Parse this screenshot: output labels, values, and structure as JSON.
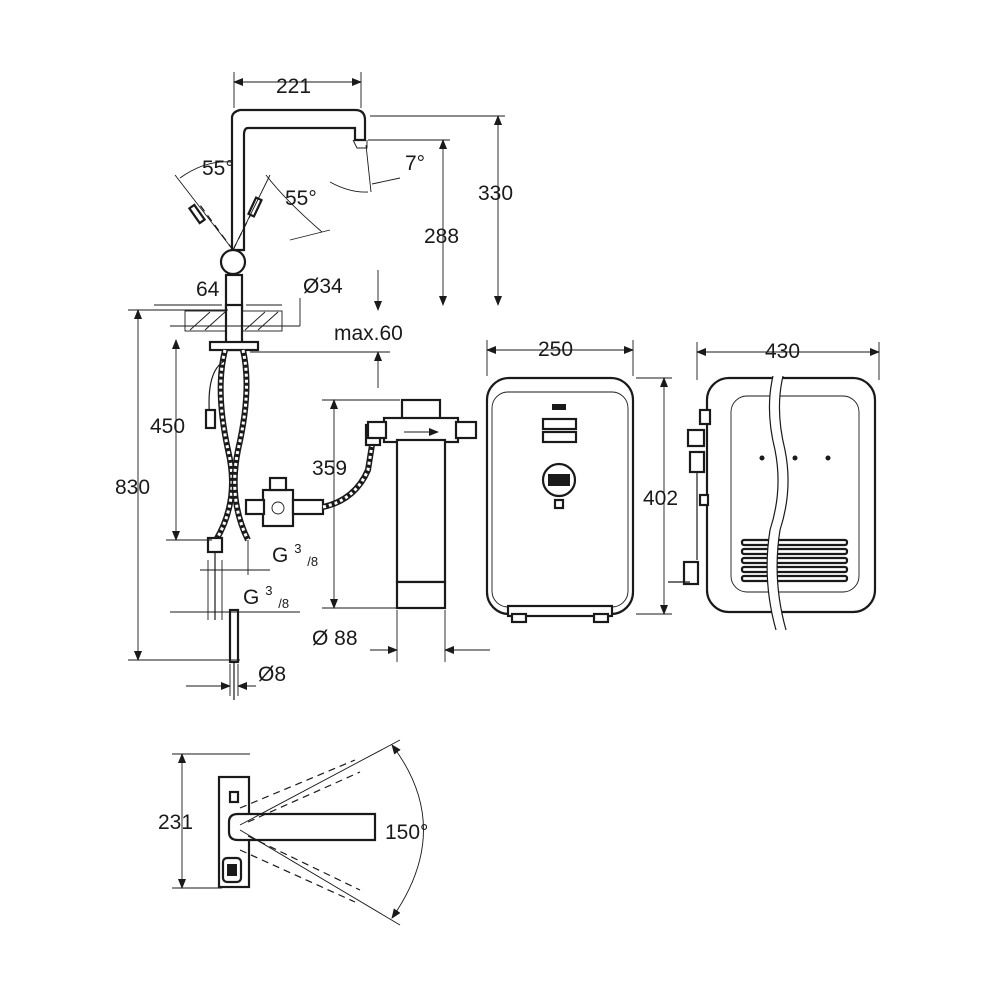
{
  "dimensions": {
    "spout_reach": "221",
    "swivel_angle_upper": "55°",
    "swivel_angle_lower": "55°",
    "spout_tilt": "7°",
    "total_height": "330",
    "outlet_height": "288",
    "base_width": "64",
    "hole_diameter": "Ø34",
    "max_counter_thickness": "max.60",
    "hose_length": "450",
    "total_length": "830",
    "filter_height": "359",
    "connection_g_upper": "G",
    "connection_g_upper_sup": "3",
    "connection_g_upper_sub": "/8",
    "connection_g_lower": "G",
    "connection_g_lower_sup": "3",
    "connection_g_lower_sub": "/8",
    "filter_diameter": "Ø 88",
    "pipe_diameter": "Ø8",
    "boiler_width": "250",
    "boiler_height": "402",
    "boiler_depth": "430",
    "top_view_depth": "231",
    "rotation_angle": "150°"
  }
}
